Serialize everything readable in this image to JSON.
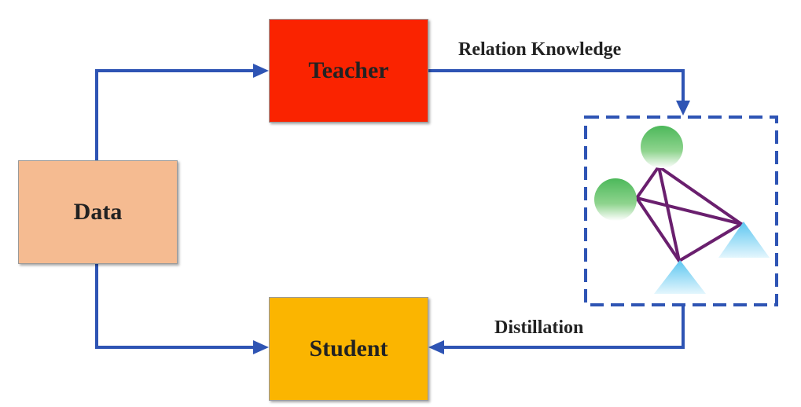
{
  "nodes": {
    "data": "Data",
    "teacher": "Teacher",
    "student": "Student"
  },
  "edges": {
    "relation_knowledge": "Relation Knowledge",
    "distillation": "Distillation"
  },
  "colors": {
    "data_box": "#f5bb91",
    "teacher_box": "#fa2300",
    "student_box": "#fbb500",
    "arrow": "#2e54b4",
    "relation_lines": "#6a1f6e",
    "circle_node_top": "#5fc25a",
    "triangle_node_bottom": "#5fc8ee"
  },
  "icons": {
    "relation_graph": "relation-graph-icon"
  }
}
